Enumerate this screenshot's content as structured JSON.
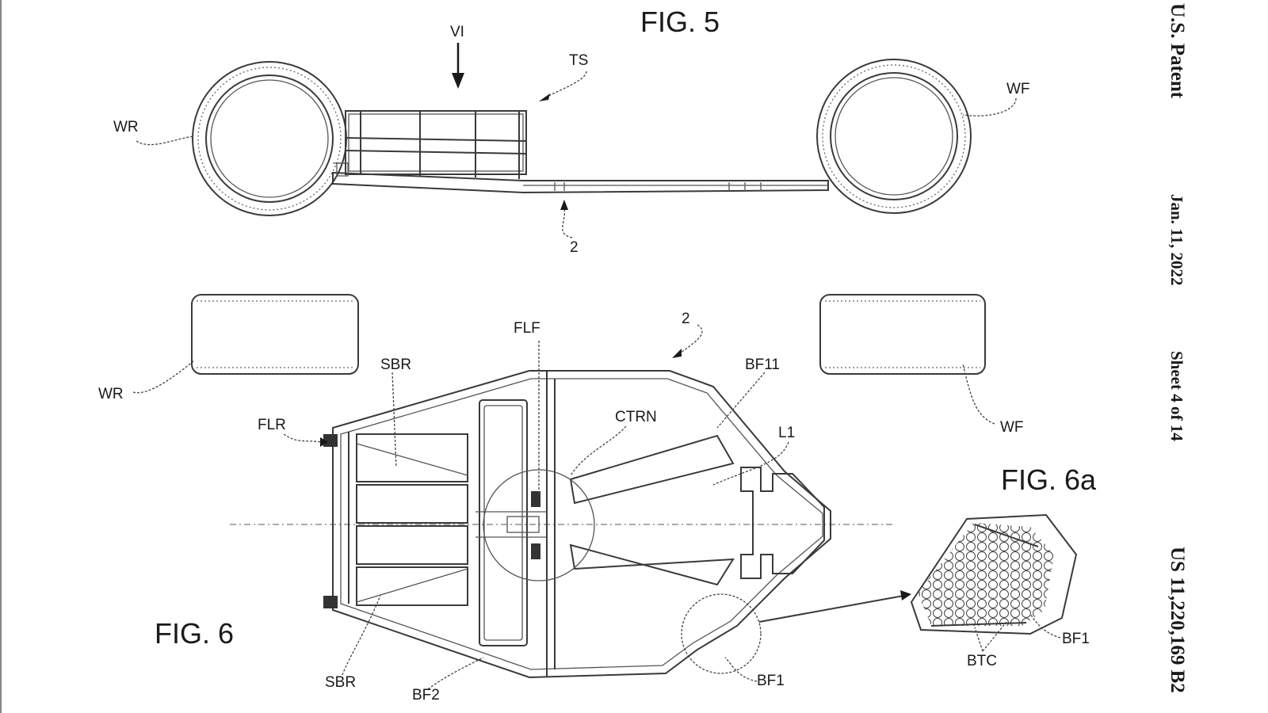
{
  "header": {
    "fig5_title": "FIG. 5",
    "fig6_title": "FIG. 6",
    "fig6a_title": "FIG. 6a"
  },
  "side_margin": {
    "patent_office": "U.S. Patent",
    "date": "Jan. 11, 2022",
    "sheet": "Sheet 4 of 14",
    "patent_number": "US 11,220,169 B2"
  },
  "fig5_labels": {
    "view_arrow": "VI",
    "ts": "TS",
    "wr": "WR",
    "wf": "WF",
    "ref2": "2"
  },
  "fig6_labels": {
    "wr": "WR",
    "wf": "WF",
    "ref2": "2",
    "flf": "FLF",
    "sbr_top": "SBR",
    "bf11": "BF11",
    "flr": "FLR",
    "ctrn": "CTRN",
    "l1": "L1",
    "sbr_bottom": "SBR",
    "bf2": "BF2",
    "bf1": "BF1"
  },
  "fig6a_labels": {
    "bf1": "BF1",
    "btc": "BTC"
  }
}
